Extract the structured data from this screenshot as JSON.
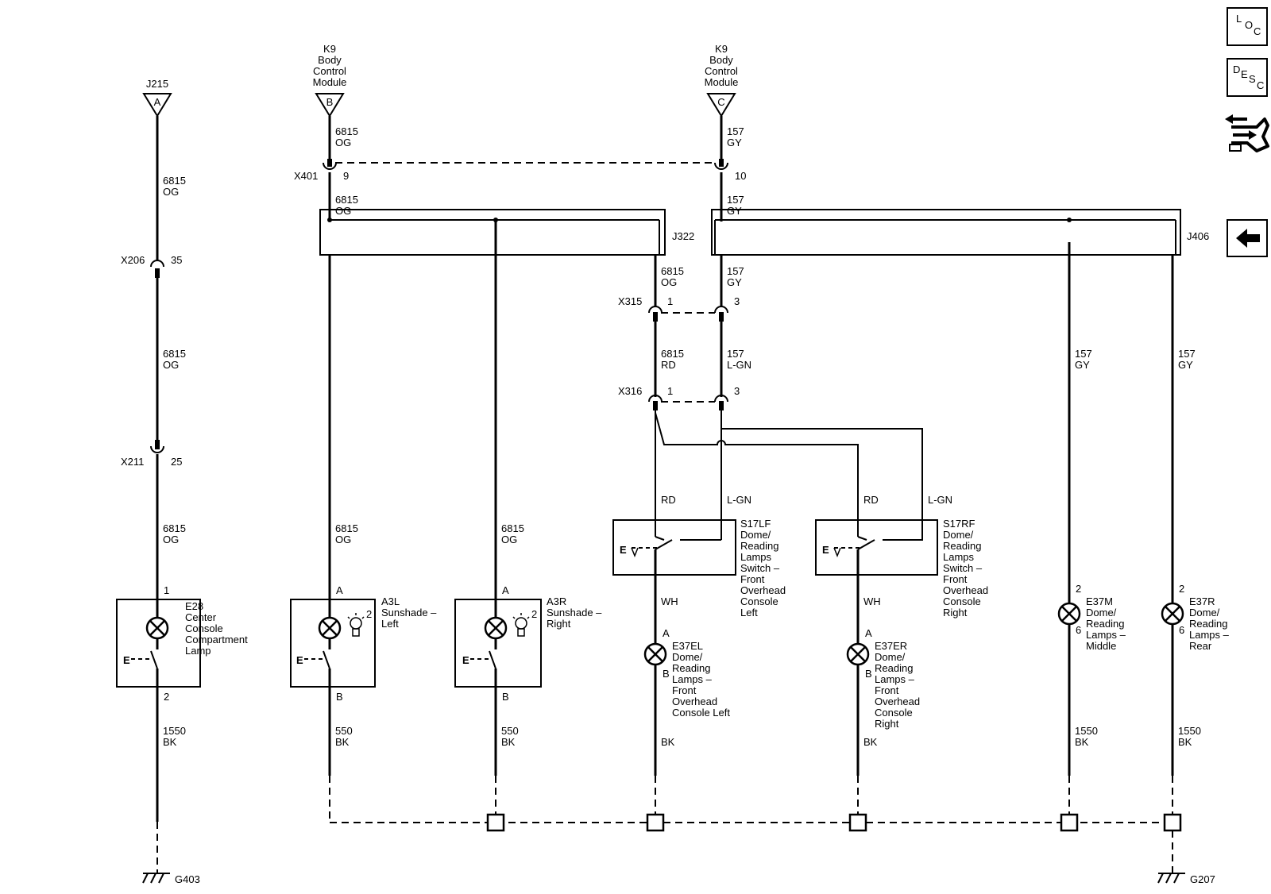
{
  "connectors": {
    "j215": {
      "name": "J215",
      "pin": "A"
    },
    "k9b": {
      "name_lines": [
        "K9",
        "Body",
        "Control",
        "Module"
      ],
      "pin": "B"
    },
    "k9c": {
      "name_lines": [
        "K9",
        "Body",
        "Control",
        "Module"
      ],
      "pin": "C"
    },
    "x401": {
      "name": "X401",
      "pin_left": "9",
      "pin_right": "10"
    },
    "x206": {
      "name": "X206",
      "pin": "35"
    },
    "x211": {
      "name": "X211",
      "pin": "25"
    },
    "x315": {
      "name": "X315",
      "pin_left": "1",
      "pin_right": "3"
    },
    "x316": {
      "name": "X316",
      "pin_left": "1",
      "pin_right": "3"
    }
  },
  "splices": {
    "j322": "J322",
    "j406": "J406"
  },
  "wires": {
    "w6815og": [
      "6815",
      "OG"
    ],
    "w157gy": [
      "157",
      "GY"
    ],
    "w6815rd": [
      "6815",
      "RD"
    ],
    "w157lgn": [
      "157",
      "L-GN"
    ],
    "w1550bk": [
      "1550",
      "BK"
    ],
    "w550bk": [
      "550",
      "BK"
    ],
    "rd": "RD",
    "lgn": "L-GN",
    "wh": "WH",
    "bk": "BK"
  },
  "components": {
    "e28": {
      "lines": [
        "E28",
        "Center",
        "Console",
        "Compartment",
        "Lamp"
      ],
      "pin_top": "1",
      "pin_bottom": "2"
    },
    "a3l": {
      "lines": [
        "A3L",
        "Sunshade –",
        "Left"
      ],
      "pin_top": "A",
      "pin_bottom": "B",
      "pin_side": "2"
    },
    "a3r": {
      "lines": [
        "A3R",
        "Sunshade –",
        "Right"
      ],
      "pin_top": "A",
      "pin_bottom": "B",
      "pin_side": "2"
    },
    "s17lf": {
      "lines": [
        "S17LF",
        "Dome/",
        "Reading",
        "Lamps",
        "Switch –",
        "Front",
        "Overhead",
        "Console",
        "Left"
      ]
    },
    "s17rf": {
      "lines": [
        "S17RF",
        "Dome/",
        "Reading",
        "Lamps",
        "Switch –",
        "Front",
        "Overhead",
        "Console",
        "Right"
      ]
    },
    "e37el": {
      "lines": [
        "E37EL",
        "Dome/",
        "Reading",
        "Lamps –",
        "Front",
        "Overhead",
        "Console Left"
      ],
      "pin_top": "A",
      "pin_bottom": "B"
    },
    "e37er": {
      "lines": [
        "E37ER",
        "Dome/",
        "Reading",
        "Lamps –",
        "Front",
        "Overhead",
        "Console",
        "Right"
      ],
      "pin_top": "A",
      "pin_bottom": "B"
    },
    "e37m": {
      "lines": [
        "E37M",
        "Dome/",
        "Reading",
        "Lamps –",
        "Middle"
      ],
      "pin_top": "2",
      "pin_bottom": "6"
    },
    "e37r": {
      "lines": [
        "E37R",
        "Dome/",
        "Reading",
        "Lamps –",
        "Rear"
      ],
      "pin_top": "2",
      "pin_bottom": "6"
    }
  },
  "grounds": {
    "g403": "G403",
    "g207": "G207"
  },
  "switch_letter": "E",
  "nav": {
    "loc": [
      "L",
      "O",
      "C"
    ],
    "desc": [
      "D",
      "E",
      "S",
      "C"
    ],
    "back_icon": "left-arrow-icon",
    "connector_icon": "connector-icon"
  }
}
